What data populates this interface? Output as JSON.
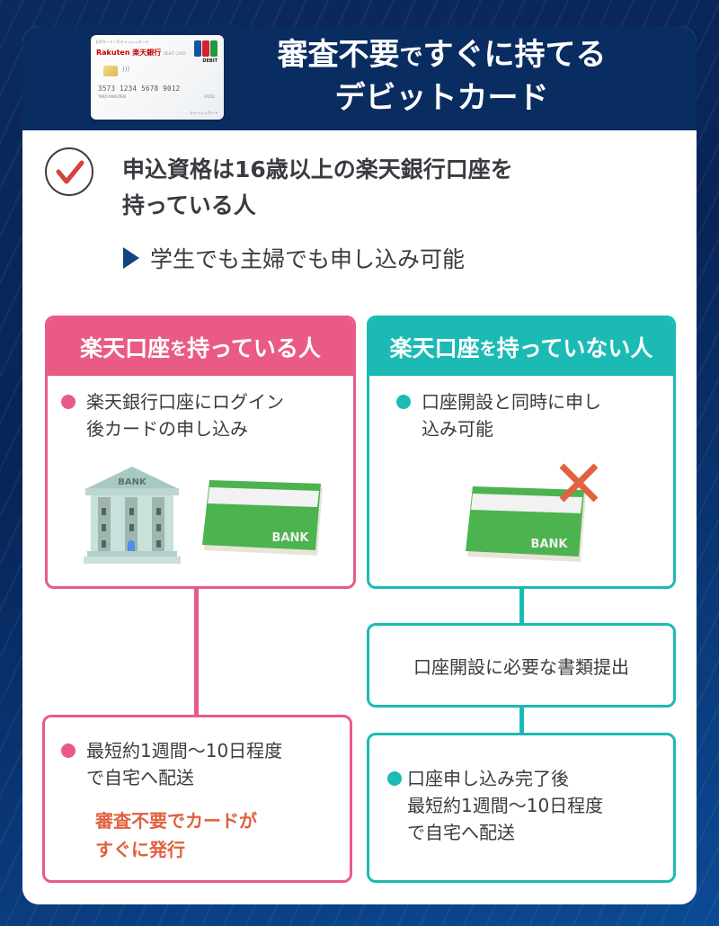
{
  "header": {
    "title_line1_main": "審査不要",
    "title_line1_small": "で",
    "title_line1_rest": "すぐに持てる",
    "title_line2": "デビットカード",
    "card_image": {
      "top_text": "JCBカード / ICキャッシュカード",
      "brand": "Rakuten 楽天銀行",
      "brand_sub": "DEBIT CARD",
      "network_label": "DEBIT",
      "number": "3573 1234 5678 9012",
      "holder": "TARO RAKUTEN",
      "expiry": "07/22",
      "bottom_text": "キャッシュカード",
      "jcb_colors": [
        "#1d4fa0",
        "#d7202b",
        "#1f9b3e"
      ]
    }
  },
  "requirement": {
    "icon": "check-icon",
    "text_line1": "申込資格は16歳以上の楽天銀行口座を",
    "text_line2": "持っている人",
    "sub_icon": "triangle-right-icon",
    "sub_text": "学生でも主婦でも申し込み可能"
  },
  "left_column": {
    "header_part1": "楽天口座",
    "header_small": "を",
    "header_part2": "持っている人",
    "bullet_line1": "楽天銀行口座にログイン",
    "bullet_line2": "後カードの申し込み",
    "illustration_bank_label": "BANK",
    "illustration_card_label": "BANK",
    "result_line1": "最短約1週間〜10日程度",
    "result_line2": "で自宅へ配送",
    "highlight_line1": "審査不要でカードが",
    "highlight_line2": "すぐに発行",
    "color": "#e95b85"
  },
  "right_column": {
    "header_part1": "楽天口座",
    "header_small": "を",
    "header_part2": "持っていない人",
    "bullet_line1": "口座開設と同時に申し",
    "bullet_line2": "込み可能",
    "illustration_card_label": "BANK",
    "step2": "口座開設に必要な書類提出",
    "result_line1": "口座申し込み完了後",
    "result_line2": "最短約1週間〜10日程度",
    "result_line3": "で自宅へ配送",
    "color": "#1cbab5"
  },
  "colors": {
    "navy": "#0a2d61",
    "pink": "#e95b85",
    "teal": "#1cbab5",
    "highlight": "#e0603f",
    "text": "#3a3b40"
  }
}
